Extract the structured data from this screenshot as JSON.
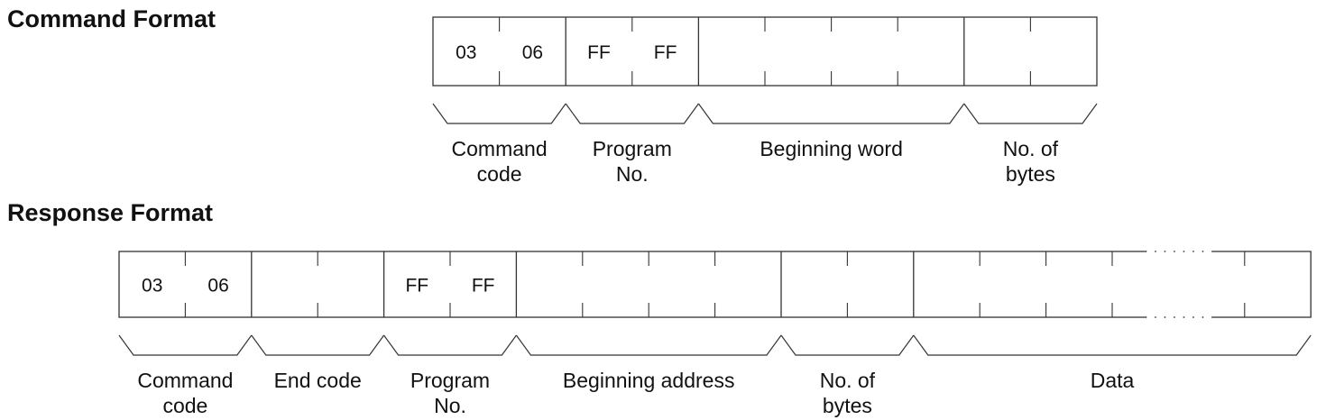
{
  "command_format": {
    "heading": "Command Format",
    "bytes": [
      "03",
      "06",
      "FF",
      "FF",
      "",
      "",
      "",
      "",
      "",
      ""
    ],
    "fields": [
      {
        "lines": [
          "Command",
          "code"
        ],
        "bytes": 2
      },
      {
        "lines": [
          "Program",
          "No."
        ],
        "bytes": 2
      },
      {
        "lines": [
          "Beginning word"
        ],
        "bytes": 4
      },
      {
        "lines": [
          "No. of",
          "bytes"
        ],
        "bytes": 2
      }
    ]
  },
  "response_format": {
    "heading": "Response Format",
    "bytes": [
      "03",
      "06",
      "",
      "",
      "FF",
      "FF",
      "",
      "",
      "",
      "",
      "",
      "",
      "",
      "",
      "",
      "",
      "",
      ""
    ],
    "fields": [
      {
        "lines": [
          "Command",
          "code"
        ],
        "bytes": 2
      },
      {
        "lines": [
          "End code"
        ],
        "bytes": 2
      },
      {
        "lines": [
          "Program",
          "No."
        ],
        "bytes": 2
      },
      {
        "lines": [
          "Beginning address"
        ],
        "bytes": 4
      },
      {
        "lines": [
          "No. of",
          "bytes"
        ],
        "bytes": 2
      },
      {
        "lines": [
          "Data"
        ],
        "bytes": 6
      }
    ]
  }
}
